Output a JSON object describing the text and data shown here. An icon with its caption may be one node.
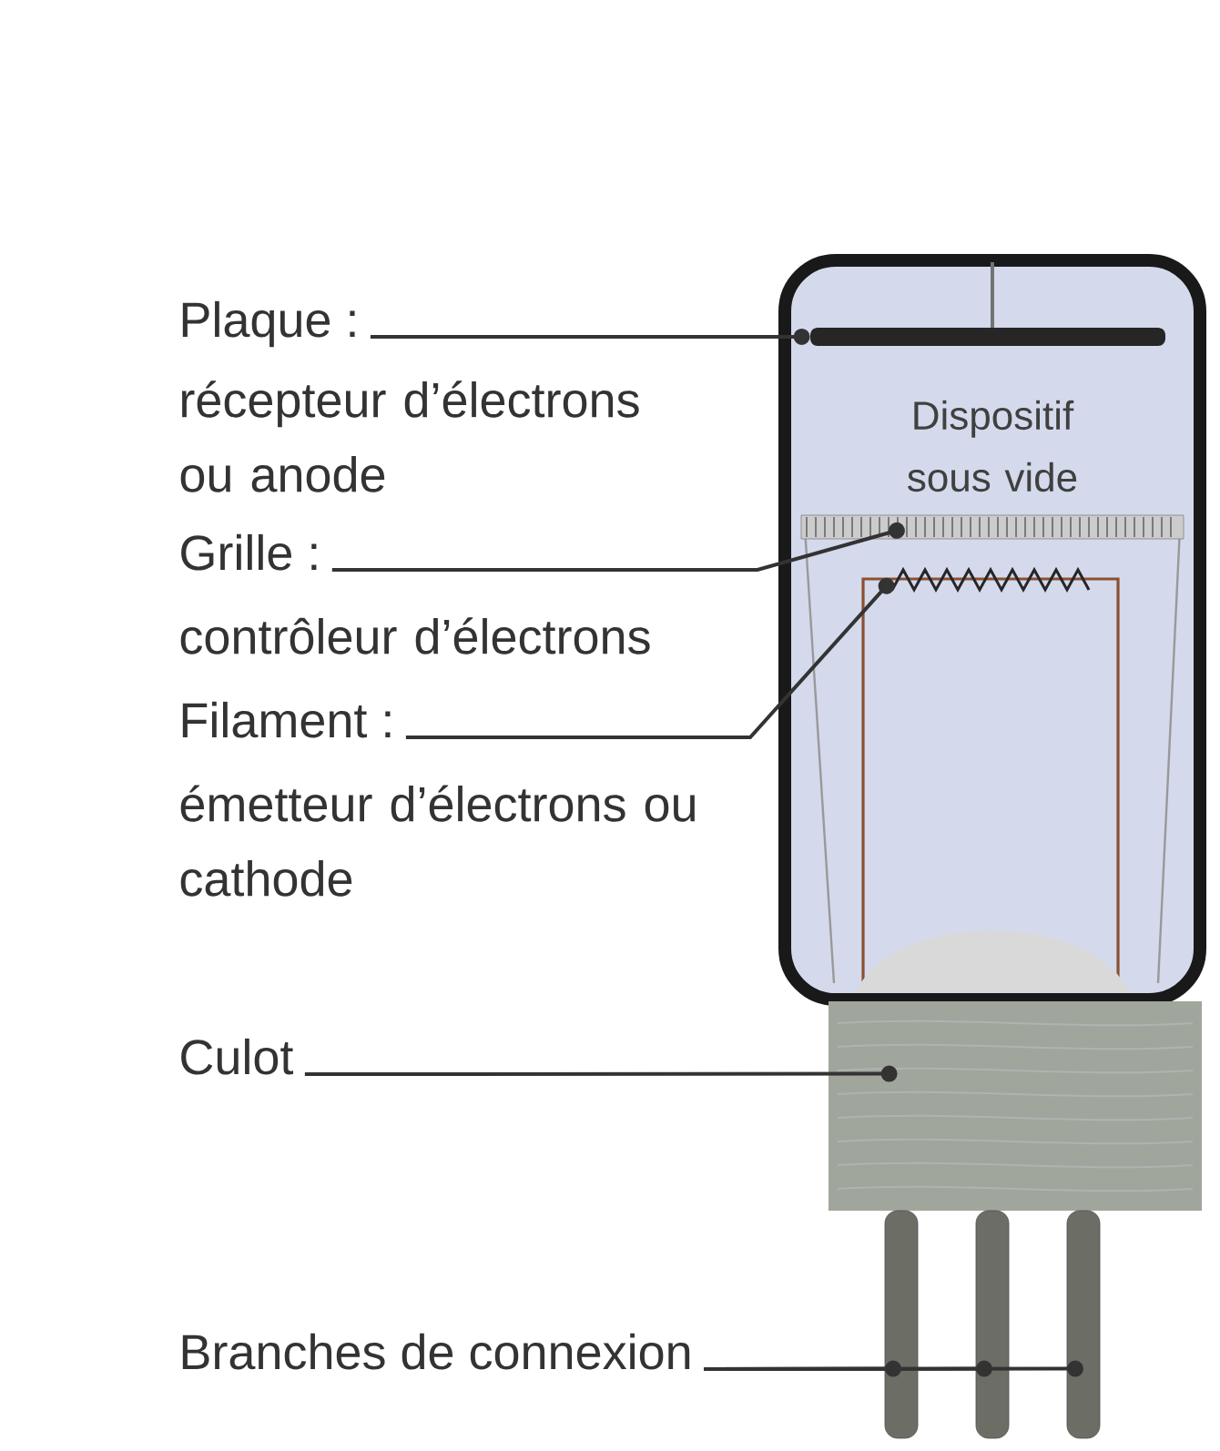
{
  "diagram": {
    "nodes": [
      {
        "text": [
          "Dispositif sous vide"
        ]
      },
      {
        "text": [],
        "shape": "bar",
        "in": 0
      },
      {
        "text": [],
        "shape": "grid",
        "in": 0
      },
      {
        "text": [],
        "shape": "coil",
        "in": 0
      },
      {
        "text": [],
        "shape": "box"
      },
      {
        "text": [],
        "shape": "bar"
      },
      {
        "text": [],
        "shape": "bar"
      },
      {
        "text": [],
        "shape": "bar"
      },
      {
        "text": [
          "Plaque :",
          "récepteur d’électrons ou anode"
        ]
      },
      {
        "text": [
          "Grille :",
          "contrôleur d’électrons"
        ]
      },
      {
        "text": [
          "Filament :",
          "émetteur d’électrons ou cathode"
        ]
      },
      {
        "text": [
          "Culot"
        ]
      },
      {
        "text": [
          "Branches de connexion"
        ]
      }
    ],
    "edges": [
      {
        "from": 8,
        "to": 1,
        "arrow": "other"
      },
      {
        "from": 9,
        "to": 2,
        "arrow": "other"
      },
      {
        "from": 10,
        "to": 3,
        "arrow": "other"
      },
      {
        "from": 11,
        "to": 4,
        "arrow": "other"
      },
      {
        "from": 12,
        "to": 5,
        "arrow": "other"
      },
      {
        "from": 12,
        "to": 6,
        "arrow": "other"
      },
      {
        "from": 12,
        "to": 7,
        "arrow": "other"
      }
    ]
  }
}
